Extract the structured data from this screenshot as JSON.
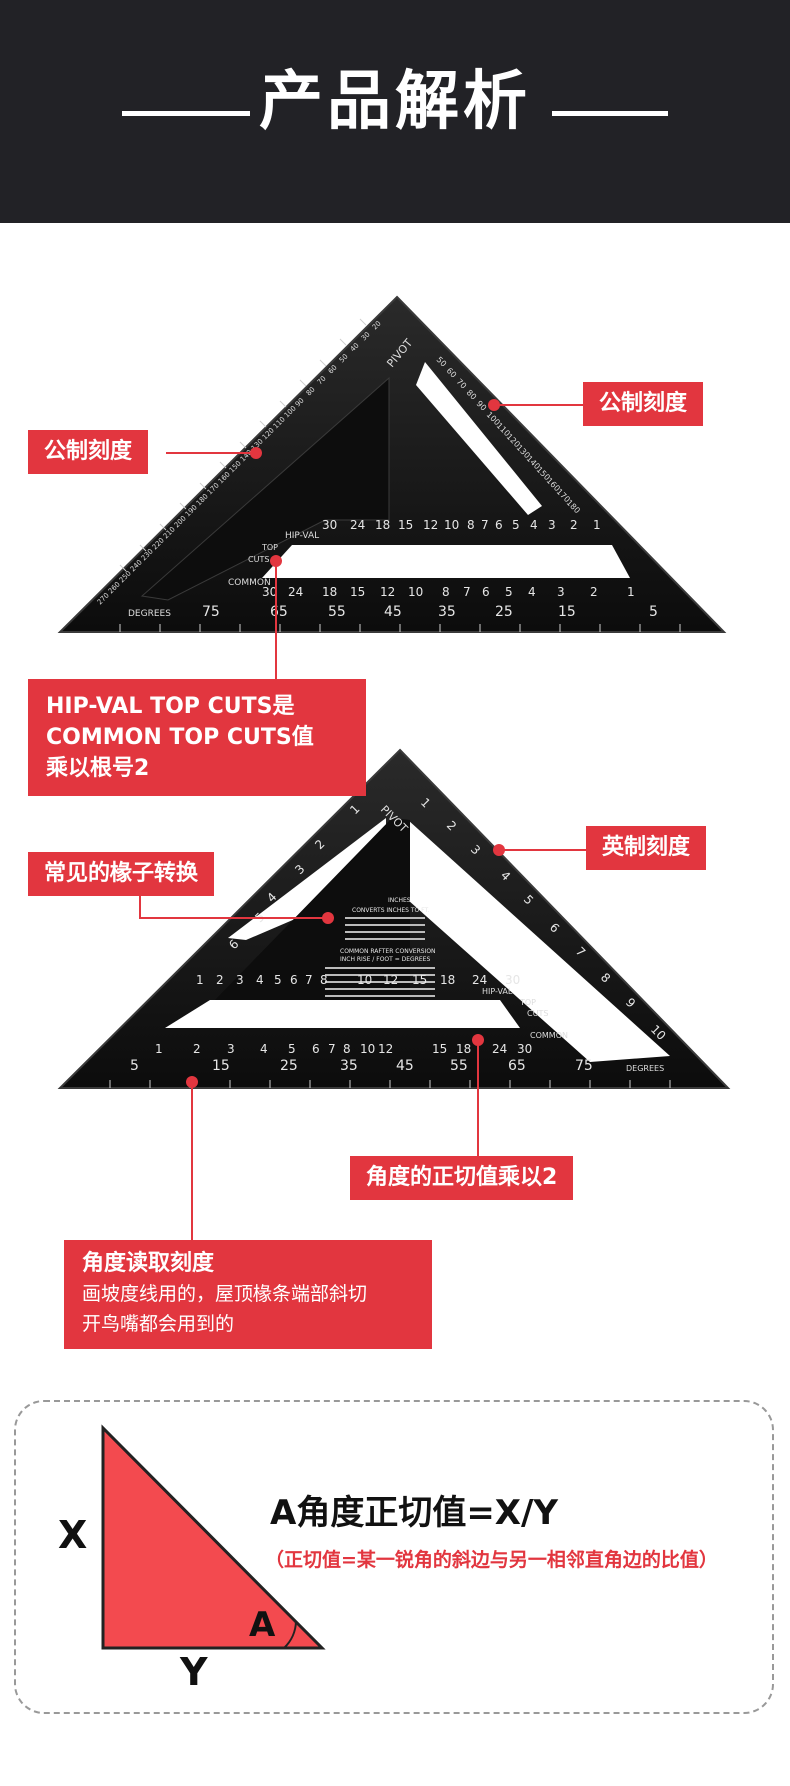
{
  "header": {
    "title": "产品解析"
  },
  "callouts": {
    "metric_left": "公制刻度",
    "metric_right": "公制刻度",
    "hip_val": [
      "HIP-VAL TOP CUTS是",
      "COMMON TOP CUTS值",
      "乘以根号2"
    ],
    "rafter": "常见的椽子转换",
    "imperial": "英制刻度",
    "tangent": "角度的正切值乘以2",
    "angle_title": "角度读取刻度",
    "angle_desc": [
      "画坡度线用的，屋顶椽条端部斜切",
      "开鸟嘴都会用到的"
    ]
  },
  "square1": {
    "pivot": "PIVOT",
    "hip_val": "HIP-VAL",
    "top": "TOP",
    "cuts": "CUTS",
    "common": "COMMON",
    "degrees": "DEGREES",
    "inner_row": [
      "30",
      "24",
      "18",
      "15",
      "12",
      "10",
      "8",
      "7",
      "6",
      "5",
      "4",
      "3",
      "2",
      "1"
    ],
    "lower_row": [
      "30",
      "24",
      "18",
      "15",
      "12",
      "10",
      "8",
      "7",
      "6",
      "5",
      "4",
      "3",
      "2",
      "1"
    ],
    "degree_row": [
      "75",
      "65",
      "55",
      "45",
      "35",
      "25",
      "15",
      "5"
    ],
    "hyp_scale": [
      "270",
      "260",
      "250",
      "240",
      "230",
      "220",
      "210",
      "200",
      "190",
      "180",
      "170",
      "160",
      "150",
      "140",
      "130",
      "120",
      "110",
      "100",
      "90",
      "80",
      "70",
      "60",
      "50",
      "40",
      "30",
      "20"
    ],
    "right_scale": [
      "50",
      "60",
      "70",
      "80",
      "90",
      "100",
      "110",
      "120",
      "130",
      "140",
      "150",
      "160",
      "170",
      "180"
    ]
  },
  "square2": {
    "pivot": "PIVOT",
    "hip_val": "HIP-VAL",
    "top": "TOP",
    "cuts": "CUTS",
    "common": "COMMON",
    "degrees": "DEGREES",
    "inches": "INCHES",
    "table_head1": "CONVERTS INCHES TO FT.",
    "table_head2": "COMMON RAFTER CONVERSION",
    "table_head3": "INCH RISE / FOOT = DEGREES",
    "row_top": [
      "1",
      "2",
      "3",
      "4",
      "5",
      "6",
      "7",
      "8",
      "10",
      "12",
      "15",
      "18",
      "24",
      "30"
    ],
    "row_inner": [
      "1",
      "2",
      "3",
      "4",
      "5",
      "6",
      "7",
      "8",
      "10",
      "12",
      "15",
      "18",
      "24",
      "30"
    ],
    "degree_row": [
      "5",
      "15",
      "25",
      "35",
      "45",
      "55",
      "65",
      "75"
    ],
    "left_scale": [
      "1",
      "2",
      "3",
      "4",
      "5",
      "6"
    ],
    "right_scale": [
      "1",
      "2",
      "3",
      "4",
      "5",
      "6",
      "7",
      "8",
      "9",
      "10"
    ]
  },
  "formula": {
    "main": "A角度正切值=X/Y",
    "note": "（正切值=某一锐角的斜边与另一相邻直角边的比值）",
    "x": "X",
    "y": "Y",
    "a": "A"
  },
  "colors": {
    "accent": "#e2363f",
    "header_bg": "#222226",
    "tool": "#161616",
    "triangle": "#f34a4f"
  }
}
